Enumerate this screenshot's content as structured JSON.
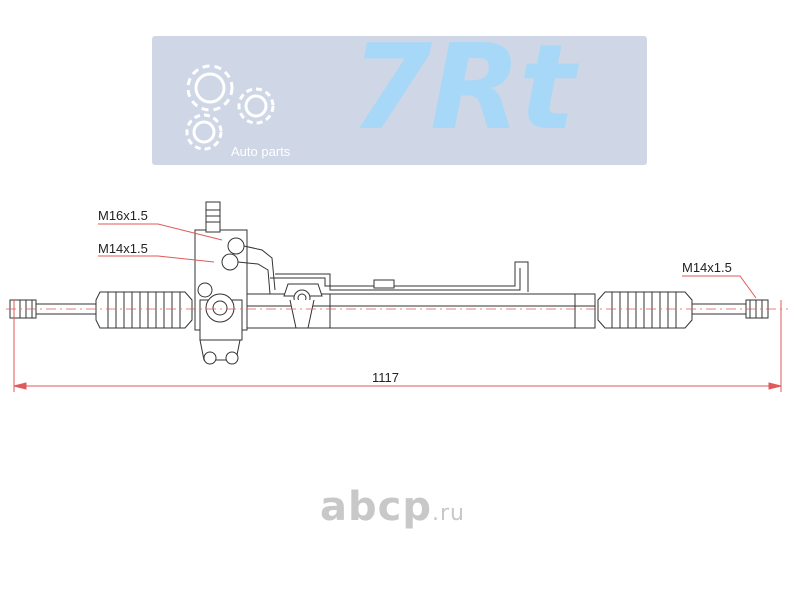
{
  "logo": {
    "brand": "7Rt",
    "subtitle": "Auto parts",
    "colors": {
      "box": "#cfd6e6",
      "brand": "#a8d8f8",
      "gear": "#ffffff"
    }
  },
  "callouts": {
    "port_upper": "M16x1.5",
    "port_lower": "M14x1.5",
    "tie_rod_end": "M14x1.5"
  },
  "dimension": {
    "overall_length": "1117",
    "color": "#e05a5a"
  },
  "watermark": {
    "name": "abcp",
    "tld": ".ru"
  }
}
